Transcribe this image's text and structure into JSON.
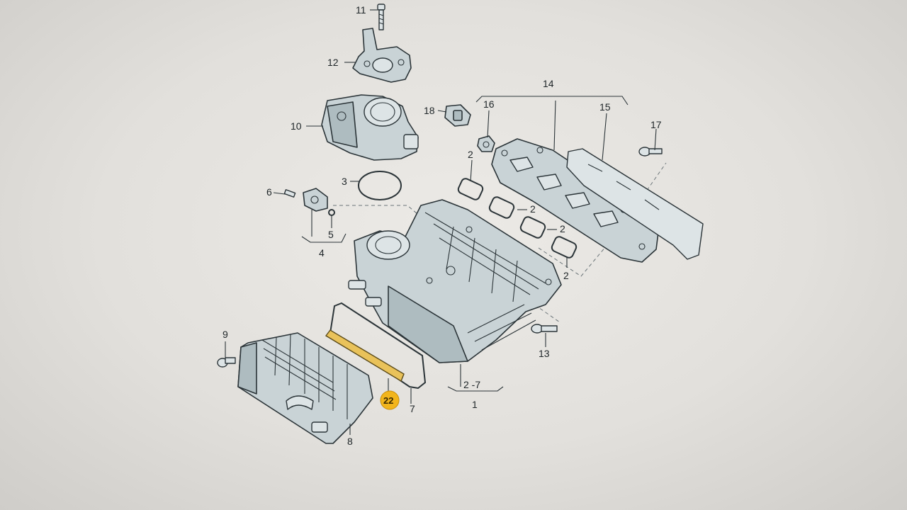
{
  "callouts": {
    "c11": "11",
    "c12": "12",
    "c10": "10",
    "c3": "3",
    "c18": "18",
    "c16": "16",
    "c14": "14",
    "c15": "15",
    "c17": "17",
    "c6": "6",
    "c5": "5",
    "c4": "4",
    "c2a": "2",
    "c2b": "2",
    "c2c": "2",
    "c2d": "2",
    "c9": "9",
    "c13": "13",
    "c27": "2 -7",
    "c1": "1",
    "c7": "7",
    "c8": "8",
    "c22": "22"
  },
  "colors": {
    "part": "#c9d3d6",
    "outline": "#2b3438",
    "highlight": "#e9c25a",
    "badge": "#f2b51c"
  }
}
